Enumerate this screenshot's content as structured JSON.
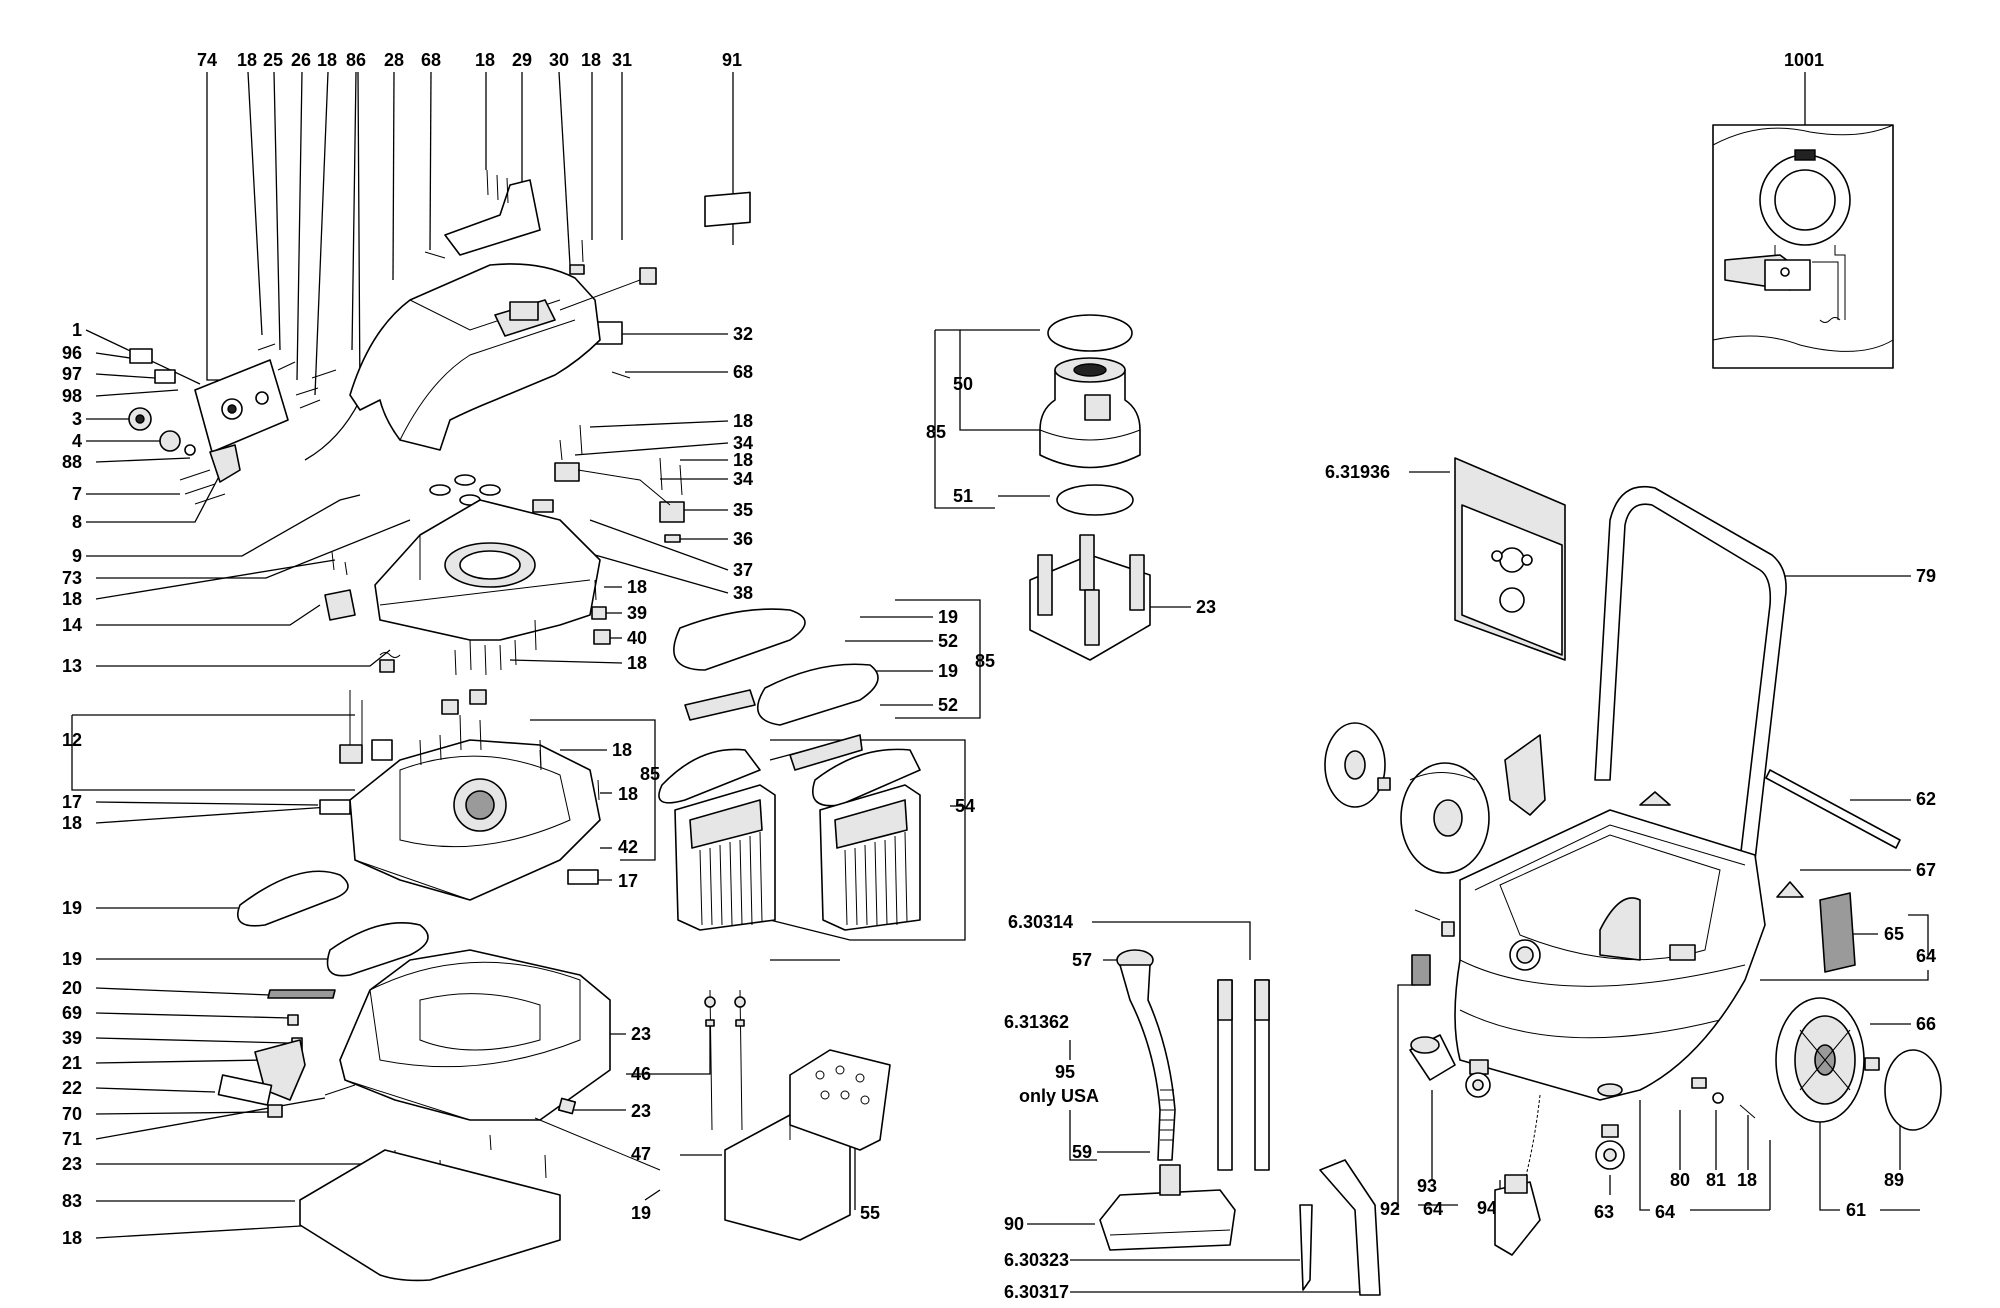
{
  "labels": {
    "top": [
      "74",
      "18",
      "25",
      "26",
      "18",
      "86",
      "28",
      "68",
      "18",
      "29",
      "30",
      "18",
      "31",
      "91"
    ],
    "l1": "1",
    "l96": "96",
    "l97": "97",
    "l98": "98",
    "l3": "3",
    "l4": "4",
    "l88": "88",
    "l7": "7",
    "l8": "8",
    "l9": "9",
    "l73": "73",
    "l18a": "18",
    "l14": "14",
    "l13": "13",
    "l12": "12",
    "l17a": "17",
    "l18b": "18",
    "l19a": "19",
    "l19b": "19",
    "l20": "20",
    "l69": "69",
    "l39a": "39",
    "l21": "21",
    "l22": "22",
    "l70": "70",
    "l71": "71",
    "l23a": "23",
    "l83": "83",
    "l18c": "18",
    "r32": "32",
    "r68": "68",
    "r18a": "18",
    "r34a": "34",
    "r18b": "18",
    "r34b": "34",
    "r35": "35",
    "r36": "36",
    "r37": "37",
    "r38": "38",
    "r18c": "18",
    "r39": "39",
    "r40": "40",
    "r18d": "18",
    "r18e": "18",
    "r85a": "85",
    "r18f": "18",
    "r42": "42",
    "r17": "17",
    "r23b": "23",
    "r46": "46",
    "r23c": "23",
    "r47": "47",
    "r19c": "19",
    "r55": "55",
    "m19a": "19",
    "m52a": "52",
    "m19b": "19",
    "m85": "85",
    "m52b": "52",
    "m54": "54",
    "m50": "50",
    "m85b": "85",
    "m51": "51",
    "m23": "23",
    "p630314": "6.30314",
    "p57": "57",
    "p631362": "6.31362",
    "p95": "95",
    "pUSA": "only USA",
    "p59": "59",
    "p90": "90",
    "p630323": "6.30323",
    "p630317": "6.30317",
    "s1001": "1001",
    "s631936": "6.31936",
    "s79": "79",
    "s62": "62",
    "s67": "67",
    "s65": "65",
    "s64a": "64",
    "s66": "66",
    "s89": "89",
    "s61": "61",
    "s63": "63",
    "s64b": "64",
    "s80": "80",
    "s81": "81",
    "s18": "18",
    "s92": "92",
    "s93": "93",
    "s64c": "64",
    "s94": "94"
  }
}
